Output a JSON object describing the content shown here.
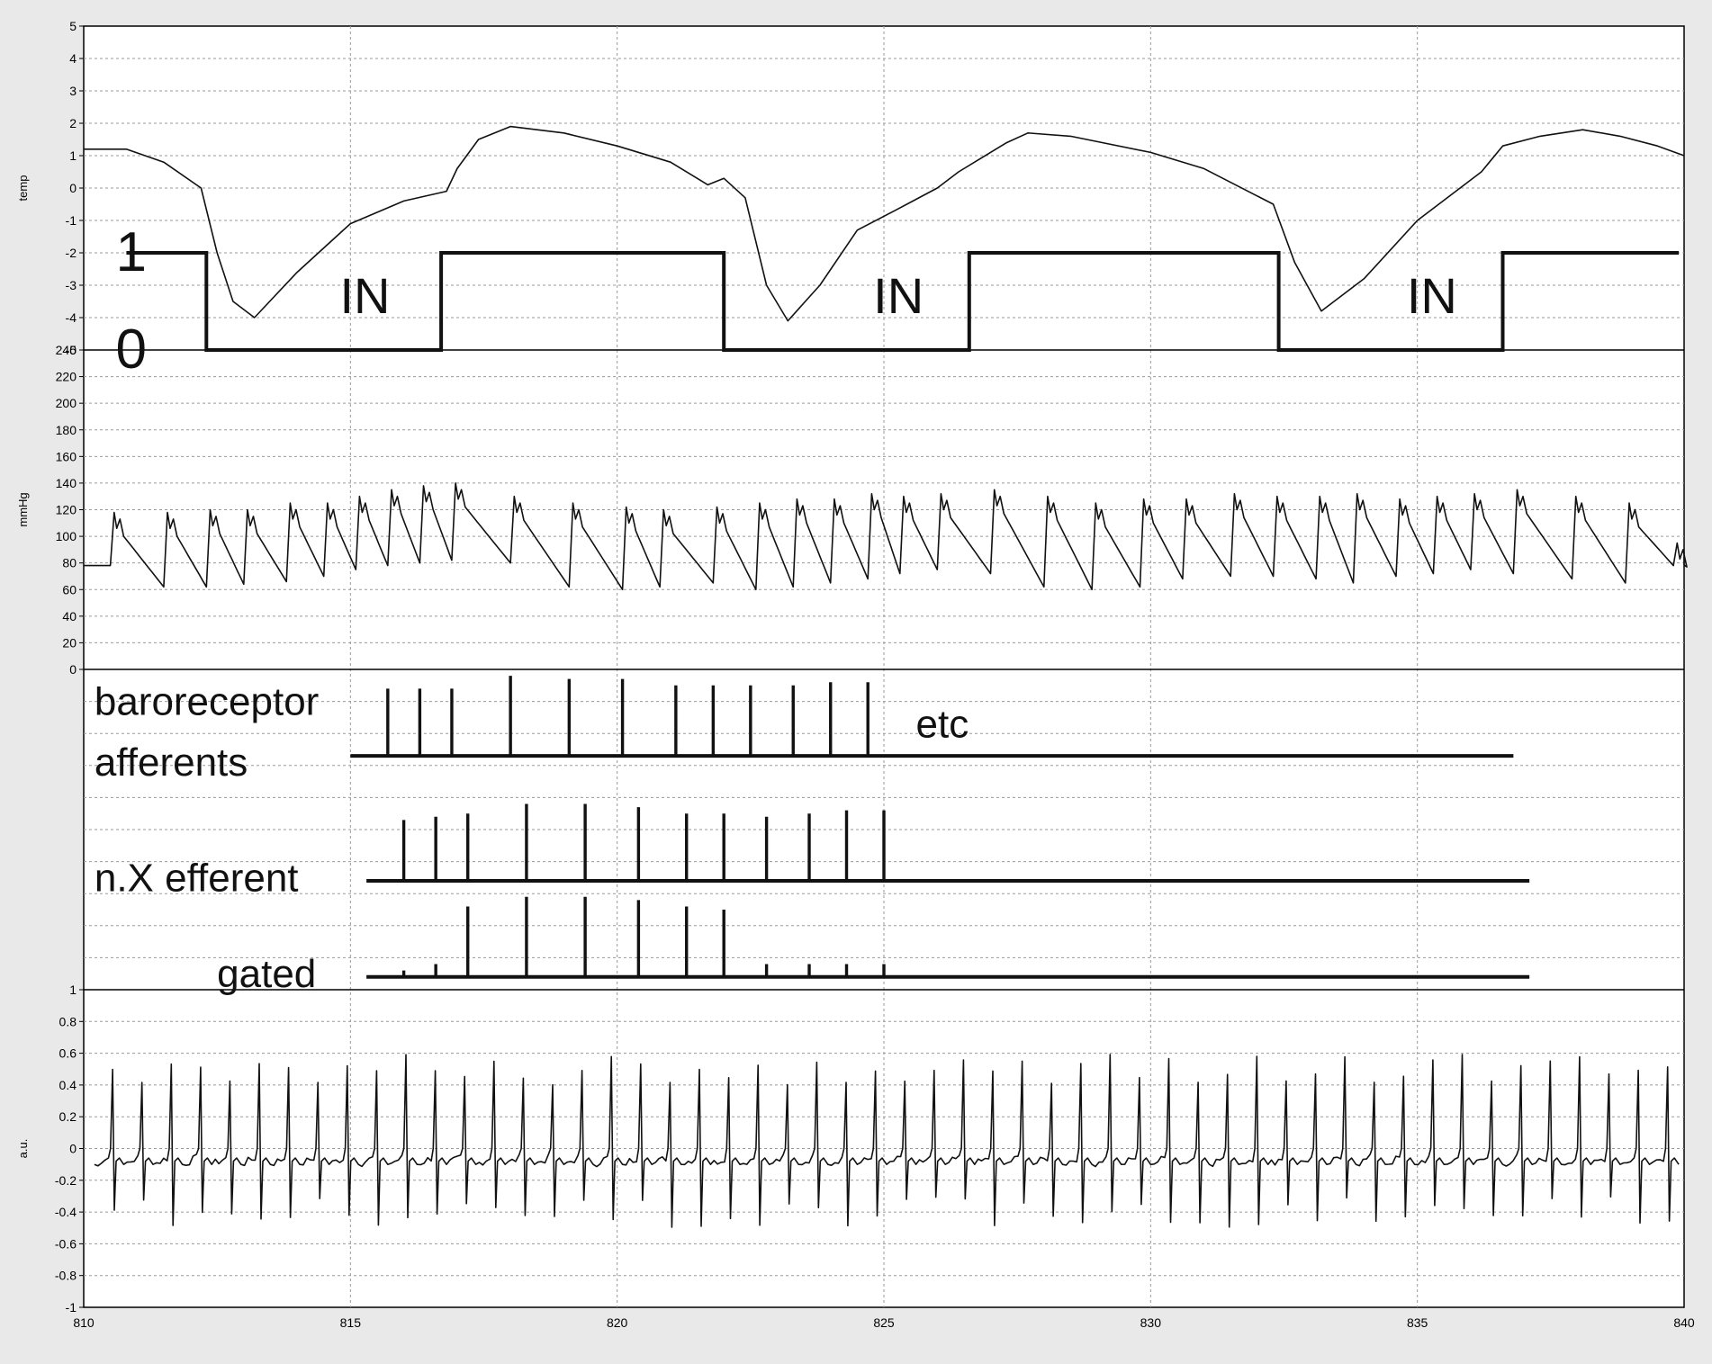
{
  "chart_data": {
    "type": "line",
    "x_range": [
      810,
      840
    ],
    "x_ticks": [
      "810",
      "815",
      "820",
      "825",
      "830",
      "835",
      "840"
    ],
    "panels": [
      {
        "id": "temp",
        "ylabel": "temp",
        "ylim": [
          -5,
          5
        ],
        "y_ticks": [
          "5",
          "4",
          "3",
          "2",
          "1",
          "0",
          "-1",
          "-2",
          "-3",
          "-4",
          "-5"
        ],
        "series": [
          {
            "kind": "line",
            "points": [
              [
                810,
                1.2
              ],
              [
                810.8,
                1.2
              ],
              [
                811.5,
                0.8
              ],
              [
                812.2,
                0.0
              ],
              [
                812.5,
                -2.0
              ],
              [
                812.8,
                -3.5
              ],
              [
                813.2,
                -4.0
              ],
              [
                814.0,
                -2.6
              ],
              [
                815.0,
                -1.1
              ],
              [
                816.0,
                -0.4
              ],
              [
                816.8,
                -0.1
              ],
              [
                817.0,
                0.6
              ],
              [
                817.4,
                1.5
              ],
              [
                818.0,
                1.9
              ],
              [
                819.0,
                1.7
              ],
              [
                820.0,
                1.3
              ],
              [
                821.0,
                0.8
              ],
              [
                821.7,
                0.1
              ],
              [
                822.0,
                0.3
              ],
              [
                822.4,
                -0.3
              ],
              [
                822.8,
                -3.0
              ],
              [
                823.2,
                -4.1
              ],
              [
                823.8,
                -3.0
              ],
              [
                824.5,
                -1.3
              ],
              [
                825.2,
                -0.7
              ],
              [
                826.0,
                0.0
              ],
              [
                826.4,
                0.5
              ],
              [
                826.8,
                0.9
              ],
              [
                827.3,
                1.4
              ],
              [
                827.7,
                1.7
              ],
              [
                828.5,
                1.6
              ],
              [
                830.0,
                1.1
              ],
              [
                831.0,
                0.6
              ],
              [
                832.3,
                -0.5
              ],
              [
                832.7,
                -2.3
              ],
              [
                833.2,
                -3.8
              ],
              [
                834.0,
                -2.8
              ],
              [
                835.0,
                -1.0
              ],
              [
                836.2,
                0.5
              ],
              [
                836.6,
                1.3
              ],
              [
                837.3,
                1.6
              ],
              [
                838.1,
                1.8
              ],
              [
                838.8,
                1.6
              ],
              [
                839.5,
                1.3
              ],
              [
                840,
                1.0
              ]
            ]
          },
          {
            "kind": "gate",
            "points": [
              [
                810.8,
                -2.0
              ],
              [
                812.3,
                -2.0
              ],
              [
                812.3,
                -5.0
              ],
              [
                816.7,
                -5.0
              ],
              [
                816.7,
                -2.0
              ],
              [
                822.0,
                -2.0
              ],
              [
                822.0,
                -5.0
              ],
              [
                826.6,
                -5.0
              ],
              [
                826.6,
                -2.0
              ],
              [
                832.4,
                -2.0
              ],
              [
                832.4,
                -5.0
              ],
              [
                836.6,
                -5.0
              ],
              [
                836.6,
                -2.0
              ],
              [
                839.9,
                -2.0
              ]
            ]
          }
        ],
        "annotations": [
          {
            "key": "label_one",
            "x": 810.6,
            "y": -2.0
          },
          {
            "key": "label_zero",
            "x": 810.6,
            "y": -5.0
          },
          {
            "key": "label_in_1",
            "x": 814.8,
            "y": -3.3
          },
          {
            "key": "label_in_2",
            "x": 824.8,
            "y": -3.3
          },
          {
            "key": "label_in_3",
            "x": 834.8,
            "y": -3.3
          }
        ]
      },
      {
        "id": "pressure",
        "ylabel": "mmHg",
        "ylim": [
          0,
          240
        ],
        "y_ticks": [
          "240",
          "220",
          "200",
          "180",
          "160",
          "140",
          "120",
          "100",
          "80",
          "60",
          "40",
          "20",
          "0"
        ],
        "series": [
          {
            "kind": "beats",
            "beats": [
              [
                810.5,
                118,
                62
              ],
              [
                811.5,
                118,
                62
              ],
              [
                812.3,
                120,
                64
              ],
              [
                813.0,
                120,
                66
              ],
              [
                813.8,
                125,
                70
              ],
              [
                814.5,
                125,
                75
              ],
              [
                815.1,
                130,
                78
              ],
              [
                815.7,
                135,
                80
              ],
              [
                816.3,
                138,
                82
              ],
              [
                816.9,
                140,
                80
              ],
              [
                818.0,
                130,
                62
              ],
              [
                819.1,
                125,
                60
              ],
              [
                820.1,
                122,
                62
              ],
              [
                820.8,
                120,
                65
              ],
              [
                821.8,
                122,
                60
              ],
              [
                822.6,
                125,
                62
              ],
              [
                823.3,
                128,
                65
              ],
              [
                824.0,
                128,
                68
              ],
              [
                824.7,
                132,
                72
              ],
              [
                825.3,
                130,
                75
              ],
              [
                826.0,
                132,
                72
              ],
              [
                827.0,
                135,
                62
              ],
              [
                828.0,
                130,
                60
              ],
              [
                828.9,
                125,
                62
              ],
              [
                829.8,
                128,
                68
              ],
              [
                830.6,
                128,
                70
              ],
              [
                831.5,
                132,
                70
              ],
              [
                832.3,
                130,
                68
              ],
              [
                833.1,
                130,
                65
              ],
              [
                833.8,
                132,
                70
              ],
              [
                834.6,
                128,
                72
              ],
              [
                835.3,
                130,
                75
              ],
              [
                836.0,
                132,
                72
              ],
              [
                836.8,
                135,
                68
              ],
              [
                837.9,
                130,
                65
              ],
              [
                838.9,
                125,
                78
              ],
              [
                839.8,
                95,
                88
              ]
            ]
          }
        ]
      },
      {
        "id": "spikes",
        "ylabel": "",
        "rows": [
          {
            "key": "row_baro",
            "baseline_frac": 0.27,
            "x_start": 815.0,
            "x_end": 836.8,
            "spikes": [
              [
                815.7,
                0.21
              ],
              [
                816.3,
                0.21
              ],
              [
                816.9,
                0.21
              ],
              [
                818.0,
                0.25
              ],
              [
                819.1,
                0.24
              ],
              [
                820.1,
                0.24
              ],
              [
                821.1,
                0.22
              ],
              [
                821.8,
                0.22
              ],
              [
                822.5,
                0.22
              ],
              [
                823.3,
                0.22
              ],
              [
                824.0,
                0.23
              ],
              [
                824.7,
                0.23
              ]
            ]
          },
          {
            "key": "row_nx",
            "baseline_frac": 0.66,
            "x_start": 815.3,
            "x_end": 837.1,
            "spikes": [
              [
                816.0,
                0.19
              ],
              [
                816.6,
                0.2
              ],
              [
                817.2,
                0.21
              ],
              [
                818.3,
                0.24
              ],
              [
                819.4,
                0.24
              ],
              [
                820.4,
                0.23
              ],
              [
                821.3,
                0.21
              ],
              [
                822.0,
                0.21
              ],
              [
                822.8,
                0.2
              ],
              [
                823.6,
                0.21
              ],
              [
                824.3,
                0.22
              ],
              [
                825.0,
                0.22
              ]
            ]
          },
          {
            "key": "row_gated",
            "baseline_frac": 0.96,
            "x_start": 815.3,
            "x_end": 837.1,
            "spikes": [
              [
                816.0,
                0.02
              ],
              [
                816.6,
                0.04
              ],
              [
                817.2,
                0.22
              ],
              [
                818.3,
                0.25
              ],
              [
                819.4,
                0.25
              ],
              [
                820.4,
                0.24
              ],
              [
                821.3,
                0.22
              ],
              [
                822.0,
                0.21
              ],
              [
                822.8,
                0.04
              ],
              [
                823.6,
                0.04
              ],
              [
                824.3,
                0.04
              ],
              [
                825.0,
                0.04
              ]
            ]
          }
        ],
        "labels": [
          {
            "key": "baro_line1",
            "x": 810.2,
            "frac": 0.1
          },
          {
            "key": "baro_line2",
            "x": 810.2,
            "frac": 0.29
          },
          {
            "key": "etc",
            "x": 825.6,
            "frac": 0.17
          },
          {
            "key": "nx",
            "x": 810.2,
            "frac": 0.65
          },
          {
            "key": "gated",
            "x": 812.5,
            "frac": 0.95
          }
        ]
      },
      {
        "id": "ecg",
        "ylabel": "a.u.",
        "ylim": [
          -1,
          1
        ],
        "y_ticks": [
          "1",
          "0.8",
          "0.6",
          "0.4",
          "0.2",
          "0",
          "-0.2",
          "-0.4",
          "-0.6",
          "-0.8",
          "-1"
        ],
        "series": [
          {
            "kind": "ecg_beats",
            "x_start": 810.2,
            "x_end": 839.9,
            "count": 54,
            "r_peak_range": [
              0.4,
              0.6
            ],
            "s_trough_range": [
              -0.3,
              -0.5
            ],
            "baseline": -0.1
          }
        ]
      }
    ],
    "text": {
      "label_one": "1",
      "label_zero": "0",
      "label_in_1": "IN",
      "label_in_2": "IN",
      "label_in_3": "IN",
      "baro_line1": "baroreceptor",
      "baro_line2": "afferents",
      "etc": "etc",
      "nx": "n.X efferent",
      "gated": "gated"
    }
  }
}
